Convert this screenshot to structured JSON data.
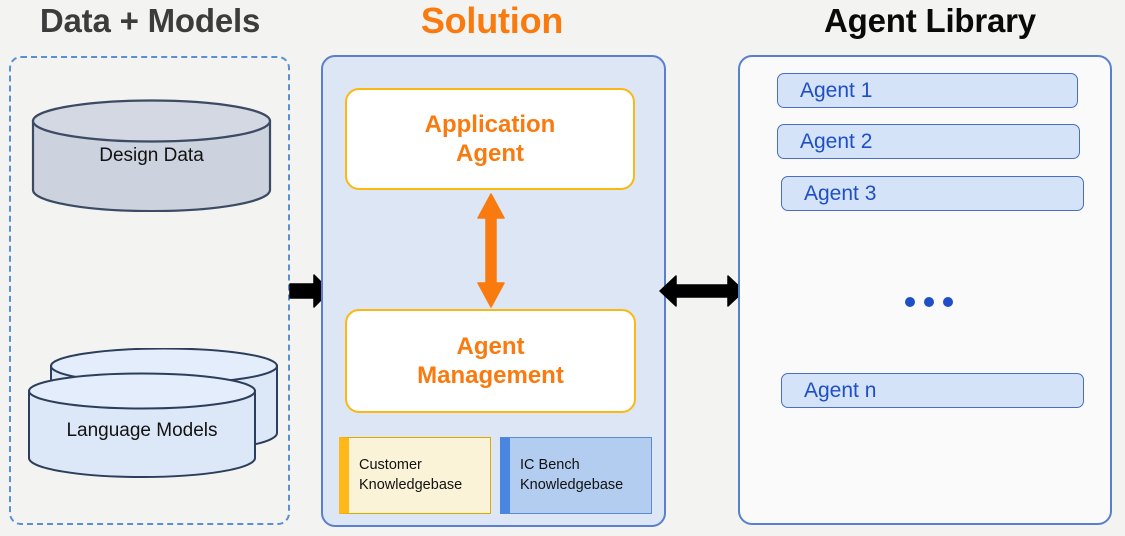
{
  "columns": {
    "data_models": {
      "title": "Data + Models",
      "items": [
        {
          "name": "design-data",
          "label": "Design  Data",
          "shape": "cylinder",
          "fill": "#ccd2de",
          "stroke": "#3c4a63"
        },
        {
          "name": "language-models",
          "label": "Language Models",
          "shape": "double-cylinder",
          "fill": "#dce8f8",
          "stroke": "#2c3e5c"
        }
      ]
    },
    "solution": {
      "title": "Solution",
      "title_color": "#f97b10",
      "panel_fill": "#dde6f4",
      "panel_stroke": "#5b7fce",
      "boxes": [
        {
          "name": "application-agent",
          "label": "Application\nAgent",
          "line1": "Application",
          "line2": "Agent"
        },
        {
          "name": "agent-management",
          "label": "Agent\nManagement",
          "line1": "Agent",
          "line2": "Management"
        }
      ],
      "knowledgebases": [
        {
          "name": "customer-knowledgebase",
          "line1": "Customer",
          "line2": "Knowledgebase",
          "accent": "#ffb818",
          "fill": "#faf3d7"
        },
        {
          "name": "ic-bench-knowledgebase",
          "line1": "IC Bench",
          "line2": "Knowledgebase",
          "accent": "#4a85e0",
          "fill": "#b2cdf0"
        }
      ],
      "internal_arrow": {
        "name": "bidirectional-arrow-vertical",
        "color": "#f97b10",
        "direction": "both"
      }
    },
    "agent_library": {
      "title": "Agent Library",
      "panel_fill": "#fafafa",
      "panel_stroke": "#5b7fce",
      "agents": [
        {
          "name": "agent-1",
          "label": "Agent 1"
        },
        {
          "name": "agent-2",
          "label": "Agent 2"
        },
        {
          "name": "agent-3",
          "label": "Agent 3"
        },
        {
          "name": "agent-n",
          "label": "Agent n"
        }
      ],
      "ellipsis": {
        "name": "ellipsis-indicator",
        "dots": 3,
        "color": "#1f4fc4"
      }
    }
  },
  "connectors": [
    {
      "name": "arrow-data-to-solution",
      "direction": "right",
      "color": "#000000"
    },
    {
      "name": "arrow-solution-to-library",
      "direction": "both",
      "color": "#000000"
    }
  ],
  "colors": {
    "background": "#f3f3f1",
    "orange": "#f97b10",
    "amber": "#fbb813",
    "blue": "#5b7fce",
    "agent_text": "#1f4fc4"
  }
}
